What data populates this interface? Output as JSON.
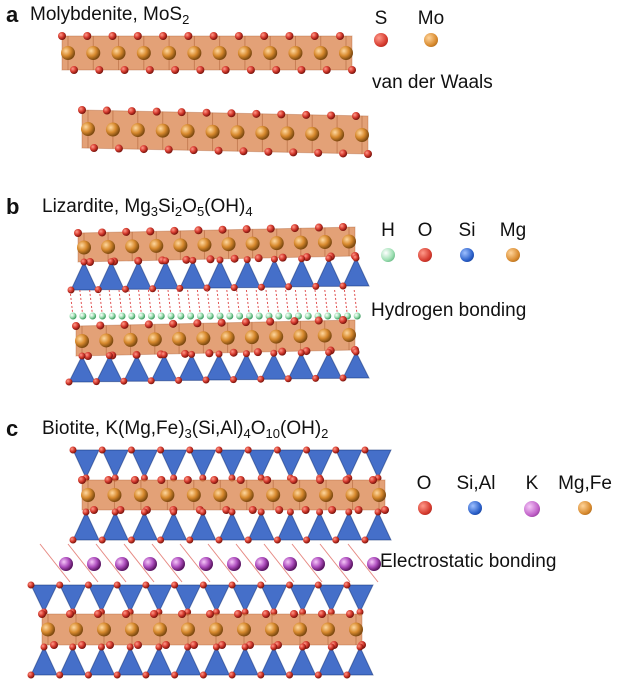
{
  "panels": [
    {
      "letter": "a",
      "title_parts": [
        "Molybdenite, MoS",
        "2",
        ""
      ],
      "legend": [
        {
          "label": "S",
          "color": "#d63b2f"
        },
        {
          "label": "Mo",
          "color": "#d88a2e"
        }
      ],
      "bonding_label": "van der Waals"
    },
    {
      "letter": "b",
      "title_parts": [
        "Lizardite, Mg",
        "3",
        "Si",
        "2",
        "O",
        "5",
        "(OH)",
        "4"
      ],
      "legend": [
        {
          "label": "H",
          "color": "#9fe0b4"
        },
        {
          "label": "O",
          "color": "#d63b2f"
        },
        {
          "label": "Si",
          "color": "#2a5fc9"
        },
        {
          "label": "Mg",
          "color": "#d88a2e"
        }
      ],
      "bonding_label": "Hydrogen bonding"
    },
    {
      "letter": "c",
      "title_parts": [
        "Biotite, K(Mg,Fe)",
        "3",
        "(Si,Al)",
        "4",
        "O",
        "10",
        "(OH)",
        "2"
      ],
      "legend": [
        {
          "label": "O",
          "color": "#d63b2f"
        },
        {
          "label": "Si,Al",
          "color": "#2a5fc9"
        },
        {
          "label": "K",
          "color": "#c060c8"
        },
        {
          "label": "Mg,Fe",
          "color": "#d88a2e"
        }
      ],
      "bonding_label": "Electrostatic bonding"
    }
  ]
}
